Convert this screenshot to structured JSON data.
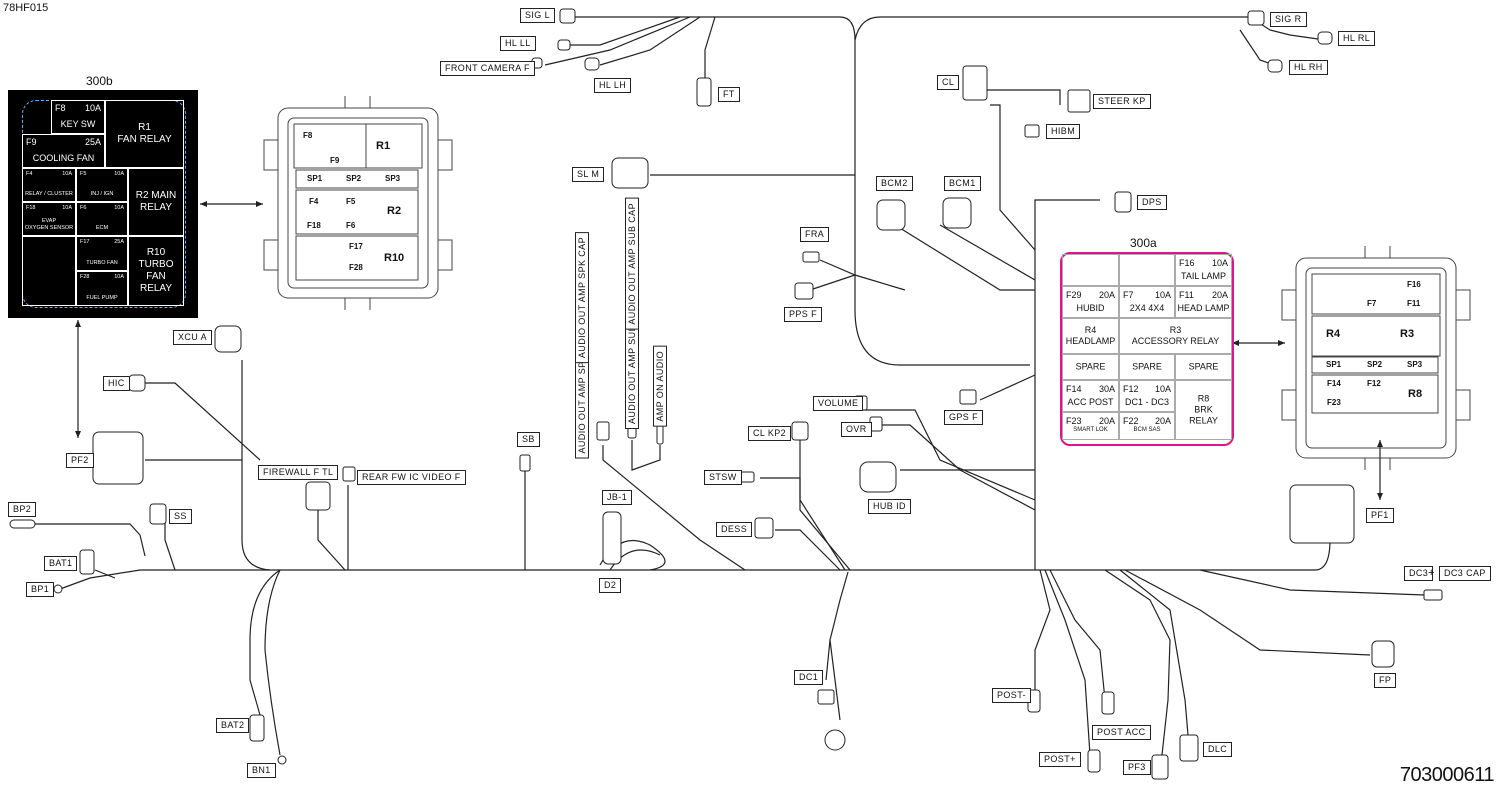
{
  "doc_code": "78HF015",
  "part_number": "703000611",
  "connectors": {
    "sig_l": "SIG L",
    "hl_ll": "HL LL",
    "front_camera_f": "FRONT CAMERA F",
    "hl_lh": "HL LH",
    "ft": "FT",
    "sig_r": "SIG R",
    "hl_rl": "HL RL",
    "hl_rh": "HL RH",
    "cl": "CL",
    "steer_kp": "STEER KP",
    "hibm": "HIBM",
    "sl_m": "SL M",
    "bcm2": "BCM2",
    "bcm1": "BCM1",
    "dps": "DPS",
    "fra": "FRA",
    "pps_f": "PPS F",
    "xcu_a": "XCU A",
    "hic": "HIC",
    "pf2": "PF2",
    "bp2": "BP2",
    "ss": "SS",
    "bat1": "BAT1",
    "bp1": "BP1",
    "firewall_f_tl": "FIREWALL F TL",
    "rear_fw_ic_video_f": "REAR FW IC VIDEO F",
    "sb": "SB",
    "jb1": "JB-1",
    "d2": "D2",
    "volume": "VOLUME",
    "ovr": "OVR",
    "gps_f": "GPS F",
    "cl_kp2": "CL KP2",
    "stsw": "STSW",
    "hub_id": "HUB ID",
    "dess": "DESS",
    "pf1": "PF1",
    "dc3": "DC3",
    "dc3_cap": "DC3 CAP",
    "dc1": "DC1",
    "fp": "FP",
    "post_minus": "POST-",
    "post_acc": "POST ACC",
    "post_plus": "POST+",
    "dlc": "DLC",
    "pf3": "PF3",
    "bat2": "BAT2",
    "bn1": "BN1"
  },
  "audio": {
    "spk": "AUDIO OUT AMP SPK",
    "spk_cap": "AUDIO OUT AMP SPK CAP",
    "sub": "AUDIO OUT AMP SUB",
    "sub_cap": "AUDIO OUT AMP SUB CAP",
    "amp_on": "AMP ON AUDIO",
    "plus": "+"
  },
  "dc3_plus": "+",
  "box_300b": {
    "title": "300b",
    "f8": {
      "id": "F8",
      "amp": "10A",
      "name": "KEY SW"
    },
    "f9": {
      "id": "F9",
      "amp": "25A",
      "name": "COOLING FAN"
    },
    "r1": {
      "id": "R1",
      "name": "FAN RELAY"
    },
    "f4": {
      "id": "F4",
      "amp": "10A",
      "name": "RELAY / CLUSTER"
    },
    "f5": {
      "id": "F5",
      "amp": "10A",
      "name": "INJ / IGN"
    },
    "r2": {
      "id": "R2 MAIN",
      "name": "RELAY"
    },
    "f18": {
      "id": "F18",
      "amp": "10A",
      "name1": "EVAP",
      "name2": "OXYGEN SENSOR"
    },
    "f6": {
      "id": "F6",
      "amp": "10A",
      "name": "ECM"
    },
    "f17": {
      "id": "F17",
      "amp": "25A",
      "name": "TURBO FAN"
    },
    "r10": {
      "id": "R10",
      "name1": "TURBO FAN",
      "name2": "RELAY"
    },
    "f28": {
      "id": "F28",
      "amp": "10A",
      "name": "FUEL PUMP"
    }
  },
  "box_300a": {
    "title": "300a",
    "f16": {
      "id": "F16",
      "amp": "10A",
      "name": "TAIL LAMP"
    },
    "f29": {
      "id": "F29",
      "amp": "20A",
      "name": "HUBID"
    },
    "f7": {
      "id": "F7",
      "amp": "10A",
      "name": "2X4 4X4"
    },
    "f11": {
      "id": "F11",
      "amp": "20A",
      "name": "HEAD LAMP"
    },
    "r4": {
      "id": "R4",
      "name": "HEADLAMP"
    },
    "r3": {
      "id": "R3",
      "name": "ACCESSORY RELAY"
    },
    "spare": "SPARE",
    "f14": {
      "id": "F14",
      "amp": "30A",
      "name": "ACC POST"
    },
    "f12": {
      "id": "F12",
      "amp": "10A",
      "name": "DC1 - DC3"
    },
    "r8": {
      "id": "R8",
      "name1": "BRK",
      "name2": "RELAY"
    },
    "f23": {
      "id": "F23",
      "amp": "20A",
      "name": "SMART LOK"
    },
    "f22": {
      "id": "F22",
      "amp": "20A",
      "name": "BCM SAS"
    }
  },
  "fuse_left": {
    "f8": "F8",
    "f9": "F9",
    "r1": "R1",
    "sp1": "SP1",
    "sp2": "SP2",
    "sp3": "SP3",
    "f4": "F4",
    "f5": "F5",
    "f18": "F18",
    "f6": "F6",
    "r2": "R2",
    "f17": "F17",
    "f28": "F28",
    "r10": "R10"
  },
  "fuse_right": {
    "f16": "F16",
    "f7": "F7",
    "f11": "F11",
    "r4": "R4",
    "r3": "R3",
    "sp1": "SP1",
    "sp2": "SP2",
    "sp3": "SP3",
    "f14": "F14",
    "f12": "F12",
    "f23": "F23",
    "r8": "R8"
  }
}
